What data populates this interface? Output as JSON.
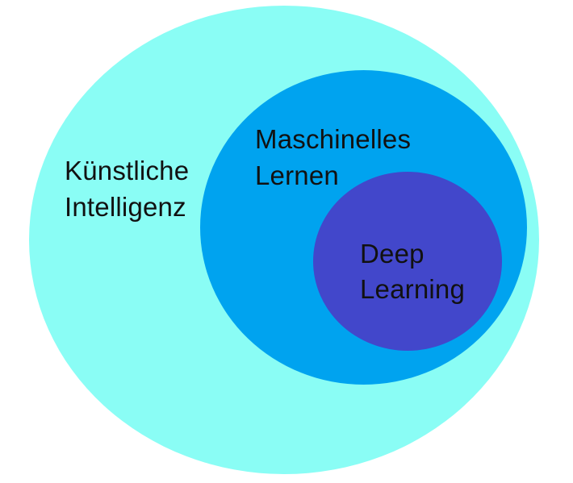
{
  "diagram": {
    "type": "nested-euler-diagram",
    "background_color": "#ffffff",
    "text_color": "#111111",
    "circles": [
      {
        "id": "kuenstliche-intelligenz",
        "label": "Künstliche Intelligenz",
        "label_lines": [
          "Künstliche",
          "Intelligenz"
        ],
        "color": "#8AFDF5",
        "level": 1
      },
      {
        "id": "maschinelles-lernen",
        "label": "Maschinelles Lernen",
        "label_lines": [
          "Maschinelles",
          "Lernen"
        ],
        "color": "#00A3EF",
        "level": 2
      },
      {
        "id": "deep-learning",
        "label": "Deep Learning",
        "label_lines": [
          "Deep",
          "Learning"
        ],
        "color": "#4247CB",
        "level": 3
      }
    ]
  }
}
